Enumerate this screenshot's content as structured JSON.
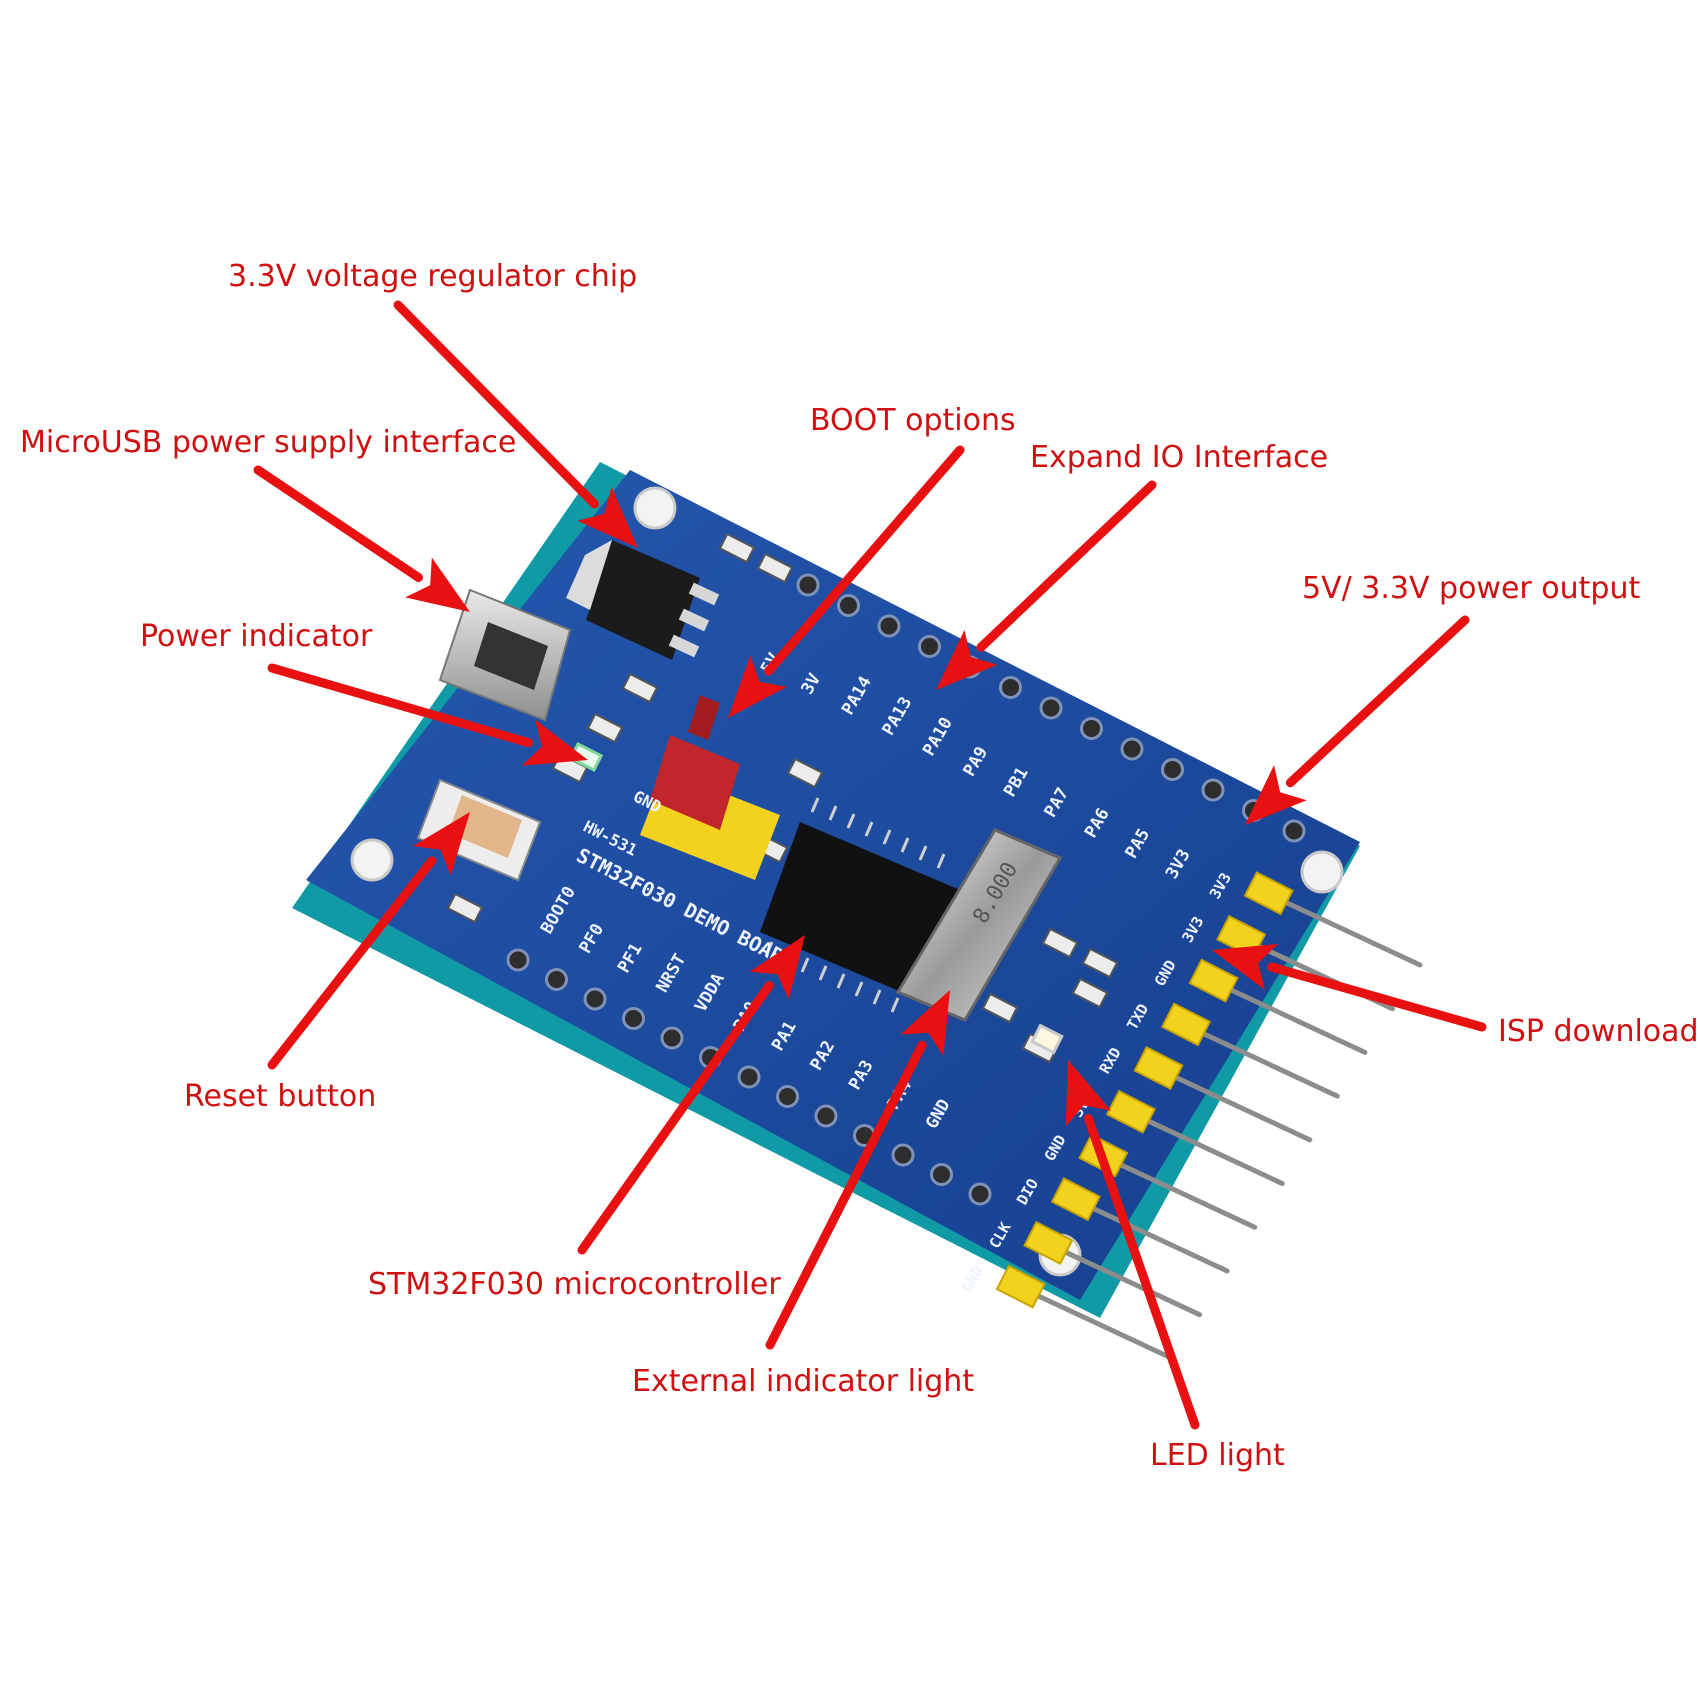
{
  "colors": {
    "label": "#d01010",
    "arrow": "#e81010",
    "pcb": "#1e4fa6",
    "pcb_edge": "#0f9aa6",
    "silkscreen": "#eef3ff",
    "header_pins": "#f2d21c",
    "jumper": "#c0262b"
  },
  "callouts": [
    {
      "id": "regulator",
      "text": "3.3V voltage regulator chip"
    },
    {
      "id": "microusb",
      "text": "MicroUSB power supply interface"
    },
    {
      "id": "boot",
      "text": "BOOT options"
    },
    {
      "id": "expand",
      "text": "Expand IO Interface"
    },
    {
      "id": "power-out",
      "text": "5V/ 3.3V power output"
    },
    {
      "id": "power-led",
      "text": "Power indicator"
    },
    {
      "id": "reset",
      "text": "Reset button"
    },
    {
      "id": "isp",
      "text": "ISP download"
    },
    {
      "id": "mcu",
      "text": "STM32F030 microcontroller"
    },
    {
      "id": "ext-light",
      "text": "External indicator light"
    },
    {
      "id": "led",
      "text": "LED light"
    }
  ],
  "board": {
    "model": "HW-531",
    "name": "STM32F030 DEMO BOARD",
    "crystal": "8.000",
    "top_pins": [
      "5V",
      "3V",
      "PA14",
      "PA13",
      "PA10",
      "PA9",
      "PB1",
      "PA7",
      "PA6",
      "PA5",
      "3V3"
    ],
    "bottom_pins": [
      "BOOT0",
      "PF0",
      "PF1",
      "NRST",
      "VDDA",
      "PA0",
      "PA1",
      "PA2",
      "PA3",
      "PA4",
      "GND"
    ],
    "right_pins": [
      "3V3",
      "3V3",
      "GND",
      "TXD",
      "RXD",
      "3V3",
      "GND",
      "DIO",
      "CLK",
      "GND"
    ],
    "small_labels": [
      "GND"
    ]
  }
}
